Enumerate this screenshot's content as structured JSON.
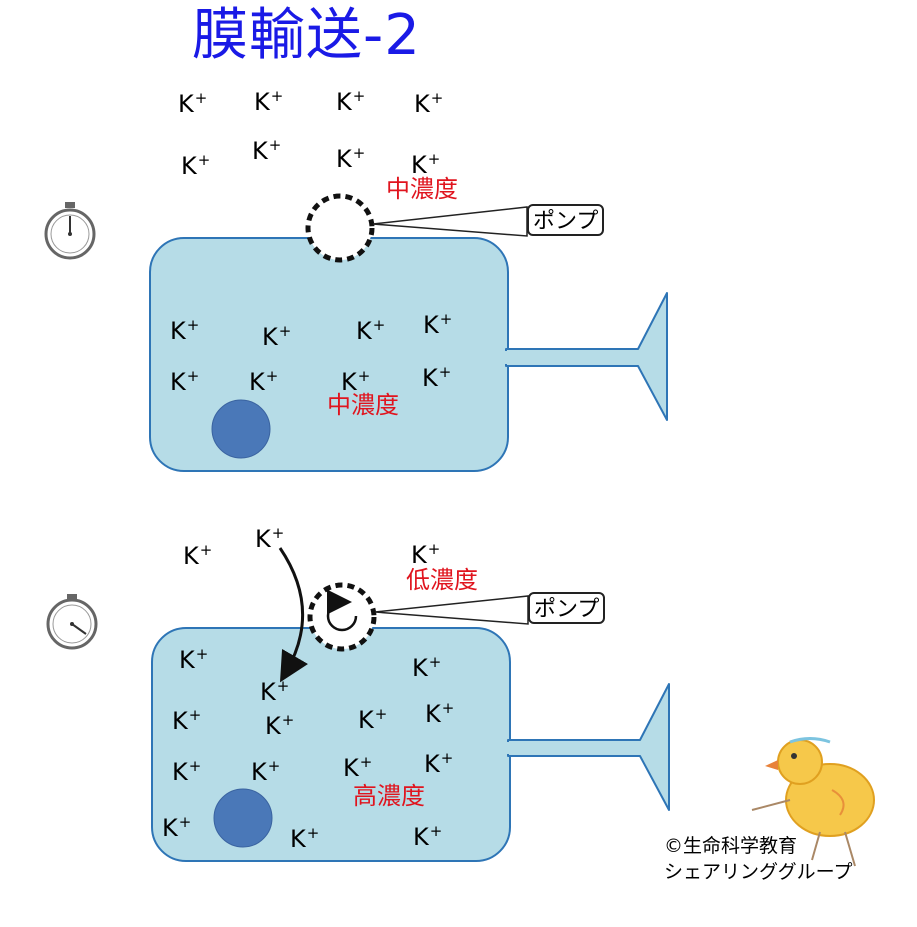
{
  "title": "膜輸送-2",
  "ion": {
    "symbol": "K",
    "charge": "+"
  },
  "panel1": {
    "outside_concentration": "中濃度",
    "inside_concentration": "中濃度",
    "pump_label": "ポンプ"
  },
  "panel2": {
    "outside_concentration": "低濃度",
    "inside_concentration": "高濃度",
    "pump_label": "ポンプ"
  },
  "credit": {
    "line1": "©生命科学教育",
    "line2": "シェアリンググループ"
  },
  "colors": {
    "title": "#1a1ae6",
    "concentration": "#e0141e",
    "cell_fill": "#b6dce7",
    "cell_stroke": "#2e75b6",
    "nucleus": "#4a78b8"
  },
  "icons": [
    "stopwatch-icon",
    "stopwatch-icon",
    "chick-mascot-icon"
  ]
}
